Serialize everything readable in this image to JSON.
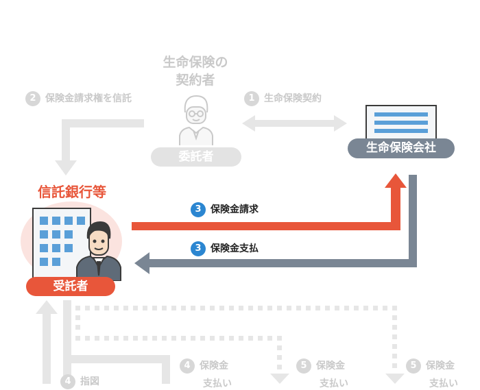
{
  "contractor": {
    "title_line1": "生命保険の",
    "title_line2": "契約者",
    "label": "委託者"
  },
  "insurance_company": {
    "label": "生命保険会社"
  },
  "trust_bank": {
    "title": "信託銀行等",
    "label": "受託者"
  },
  "steps": {
    "step1": {
      "num": "1",
      "text": "生命保険契約"
    },
    "step2": {
      "num": "2",
      "text": "保険金請求権を信託"
    },
    "step3a": {
      "num": "3",
      "text": "保険金請求"
    },
    "step3b": {
      "num": "3",
      "text": "保険金支払"
    },
    "step4": {
      "num": "4",
      "text": "指図"
    },
    "step4b": {
      "num": "4",
      "line1": "保険金",
      "line2": "支払い"
    },
    "step5a": {
      "num": "5",
      "line1": "保険金",
      "line2": "支払い"
    },
    "step5b": {
      "num": "5",
      "line1": "保険金",
      "line2": "支払い"
    }
  },
  "colors": {
    "accent_red": "#e8563a",
    "slate": "#7a8694",
    "faded": "#c9c9c9",
    "blue_num": "#2b86d1",
    "building_blue": "#5a9fd8"
  }
}
